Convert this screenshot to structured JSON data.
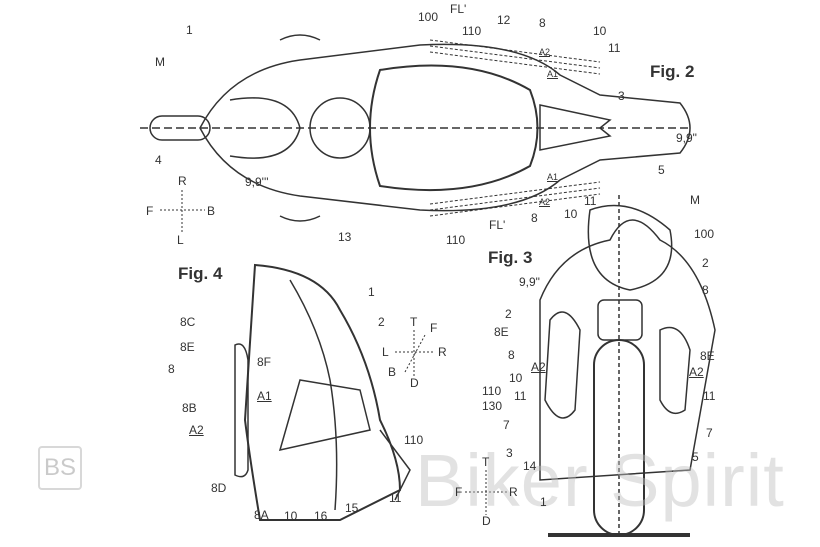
{
  "figures": {
    "fig2": "Fig. 2",
    "fig3": "Fig. 3",
    "fig4": "Fig. 4"
  },
  "fig2_labels": [
    "1",
    "M",
    "4",
    "R",
    "F",
    "B",
    "L",
    "9,9'''",
    "13",
    "100",
    "FL'",
    "110",
    "12",
    "8",
    "10",
    "11",
    "3",
    "9,9\"",
    "5",
    "11",
    "10",
    "8",
    "FL'",
    "110",
    "M",
    "A2",
    "A1",
    "A1",
    "A2"
  ],
  "fig3_labels": [
    "100",
    "2",
    "9,9\"",
    "8",
    "2",
    "8E",
    "8",
    "A2",
    "10",
    "110",
    "11",
    "130",
    "7",
    "3",
    "14",
    "8E",
    "A2",
    "11",
    "7",
    "5",
    "1",
    "T",
    "F",
    "R",
    "D"
  ],
  "fig4_labels": [
    "1",
    "2",
    "8C",
    "8E",
    "8",
    "8F",
    "A1",
    "8B",
    "A2",
    "110",
    "8D",
    "8A",
    "10",
    "16",
    "15",
    "11",
    "T",
    "F",
    "L",
    "R",
    "B",
    "D"
  ],
  "watermark": {
    "logo": "BS",
    "text": "Biker Spirit"
  }
}
